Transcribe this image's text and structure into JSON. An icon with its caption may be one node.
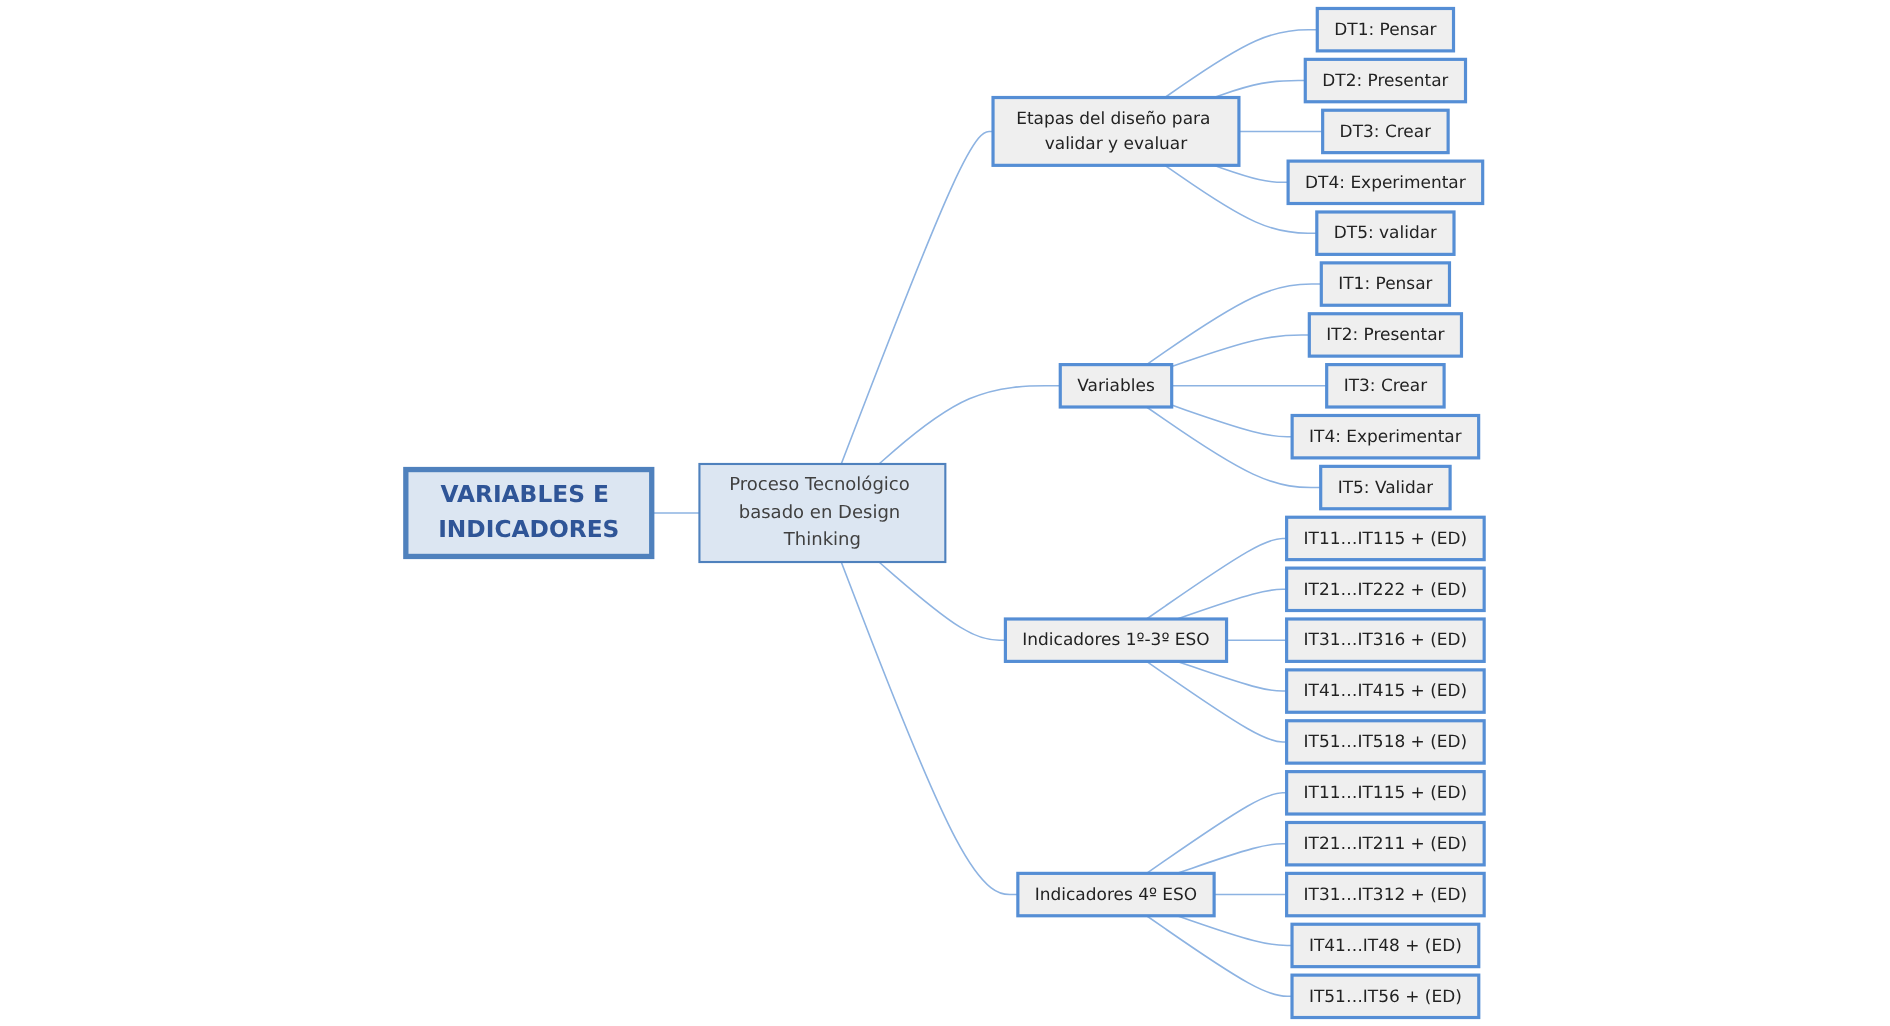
{
  "diagram": {
    "nodes": [
      {
        "text": [
          "VARIABLES E INDICADORES"
        ]
      },
      {
        "text": [
          "Proceso Tecnológico basado en Design Thinking"
        ]
      },
      {
        "text": [
          "Etapas del diseño para validar y evaluar"
        ]
      },
      {
        "text": [
          "Variables"
        ]
      },
      {
        "text": [
          "Indicadores 1º-3º ESO"
        ]
      },
      {
        "text": [
          "Indicadores 4º ESO"
        ]
      },
      {
        "text": [
          "DT1: Pensar"
        ]
      },
      {
        "text": [
          "DT2: Presentar"
        ]
      },
      {
        "text": [
          "DT3: Crear"
        ]
      },
      {
        "text": [
          "DT4: Experimentar"
        ]
      },
      {
        "text": [
          "DT5: validar"
        ]
      },
      {
        "text": [
          "IT1: Pensar"
        ]
      },
      {
        "text": [
          "IT2: Presentar"
        ]
      },
      {
        "text": [
          "IT3: Crear"
        ]
      },
      {
        "text": [
          "IT4: Experimentar"
        ]
      },
      {
        "text": [
          "IT5: Validar"
        ]
      },
      {
        "text": [
          "IT11…IT115 + (ED)"
        ]
      },
      {
        "text": [
          "IT21…IT222 + (ED)"
        ]
      },
      {
        "text": [
          "IT31…IT316 + (ED)"
        ]
      },
      {
        "text": [
          "IT41…IT415 + (ED)"
        ]
      },
      {
        "text": [
          "IT51…IT518 + (ED)"
        ]
      },
      {
        "text": [
          "IT11…IT115 + (ED)"
        ]
      },
      {
        "text": [
          "IT21…IT211 + (ED)"
        ]
      },
      {
        "text": [
          "IT31…IT312 + (ED)"
        ]
      },
      {
        "text": [
          "IT41…IT48 + (ED)"
        ]
      },
      {
        "text": [
          "IT51…IT56 + (ED)"
        ]
      }
    ],
    "edges": [
      {
        "from": 0,
        "to": 1,
        "arrow": "none"
      },
      {
        "from": 1,
        "to": 2,
        "arrow": "none"
      },
      {
        "from": 1,
        "to": 3,
        "arrow": "none"
      },
      {
        "from": 1,
        "to": 4,
        "arrow": "none"
      },
      {
        "from": 1,
        "to": 5,
        "arrow": "none"
      },
      {
        "from": 2,
        "to": 6,
        "arrow": "none"
      },
      {
        "from": 2,
        "to": 7,
        "arrow": "none"
      },
      {
        "from": 2,
        "to": 8,
        "arrow": "none"
      },
      {
        "from": 2,
        "to": 9,
        "arrow": "none"
      },
      {
        "from": 2,
        "to": 10,
        "arrow": "none"
      },
      {
        "from": 3,
        "to": 11,
        "arrow": "none"
      },
      {
        "from": 3,
        "to": 12,
        "arrow": "none"
      },
      {
        "from": 3,
        "to": 13,
        "arrow": "none"
      },
      {
        "from": 3,
        "to": 14,
        "arrow": "none"
      },
      {
        "from": 3,
        "to": 15,
        "arrow": "none"
      },
      {
        "from": 4,
        "to": 16,
        "arrow": "none"
      },
      {
        "from": 4,
        "to": 17,
        "arrow": "none"
      },
      {
        "from": 4,
        "to": 18,
        "arrow": "none"
      },
      {
        "from": 4,
        "to": 19,
        "arrow": "none"
      },
      {
        "from": 4,
        "to": 20,
        "arrow": "none"
      },
      {
        "from": 5,
        "to": 21,
        "arrow": "none"
      },
      {
        "from": 5,
        "to": 22,
        "arrow": "none"
      },
      {
        "from": 5,
        "to": 23,
        "arrow": "none"
      },
      {
        "from": 5,
        "to": 24,
        "arrow": "none"
      },
      {
        "from": 5,
        "to": 25,
        "arrow": "none"
      }
    ]
  }
}
